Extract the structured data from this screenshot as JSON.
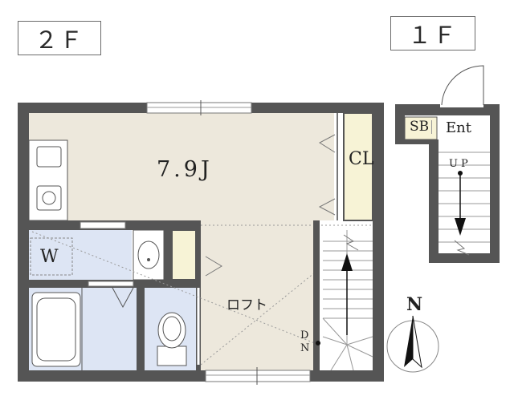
{
  "floors": {
    "upper": "２Ｆ",
    "lower": "１Ｆ"
  },
  "rooms": {
    "main_size": "7.9J",
    "closet": "CL",
    "washer": "W",
    "loft": "ロフト",
    "shoe_box": "SB",
    "entrance": "Ent"
  },
  "stairs": {
    "up_label": "UP",
    "down_label": "DN"
  },
  "compass": {
    "north": "N"
  },
  "colors": {
    "wall": "#555555",
    "main_room_floor": "#ede8dc",
    "closet_fill": "#f7f3d6",
    "wet_area_fill": "#dde5f4",
    "stair_line": "#9a9a9a"
  }
}
